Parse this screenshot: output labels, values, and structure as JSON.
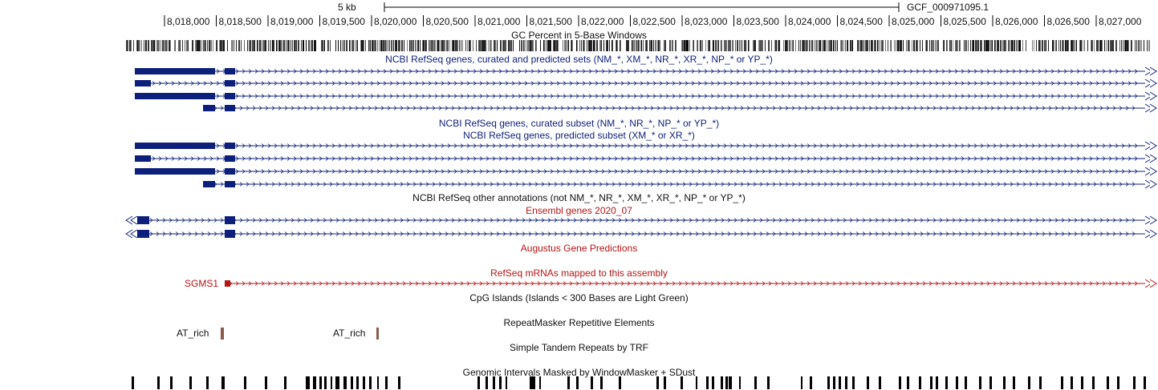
{
  "header": {
    "scale_label": "5 kb",
    "assembly": "GCF_000971095.1",
    "ticks": [
      "8,018,000",
      "8,018,500",
      "8,019,000",
      "8,019,500",
      "8,020,000",
      "8,020,500",
      "8,021,000",
      "8,021,500",
      "8,022,000",
      "8,022,500",
      "8,023,000",
      "8,023,500",
      "8,024,000",
      "8,024,500",
      "8,025,000",
      "8,025,500",
      "8,026,000",
      "8,026,500",
      "8,027,000"
    ]
  },
  "tracks": {
    "gc_percent": "GC Percent in 5-Base Windows",
    "refseq_all": "NCBI RefSeq genes, curated and predicted sets (NM_*, XM_*, NR_*, XR_*, NP_* or YP_*)",
    "refseq_curated": "NCBI RefSeq genes, curated subset (NM_*, NR_*, NP_* or YP_*)",
    "refseq_predicted": "NCBI RefSeq genes, predicted subset (XM_* or XR_*)",
    "refseq_other": "NCBI RefSeq other annotations (not NM_*, NR_*, XM_*, XR_*, NP_* or YP_*)",
    "ensembl": "Ensembl genes 2020_07",
    "augustus": "Augustus Gene Predictions",
    "refseq_mrna": "RefSeq mRNAs mapped to this assembly",
    "cpg": "CpG Islands (Islands < 300 Bases are Light Green)",
    "repeatmasker": "RepeatMasker Repetitive Elements",
    "trf": "Simple Tandem Repeats by TRF",
    "windowmasker": "Genomic Intervals Masked by WindowMasker + SDust"
  },
  "features": {
    "mrna_gene": "SGMS1",
    "repeat_1": "AT_rich",
    "repeat_2": "AT_rich"
  },
  "colors": {
    "navy": "#0c1f7a",
    "red": "#b71414",
    "repeat_brown": "#8b5a4a",
    "black": "#000000"
  }
}
